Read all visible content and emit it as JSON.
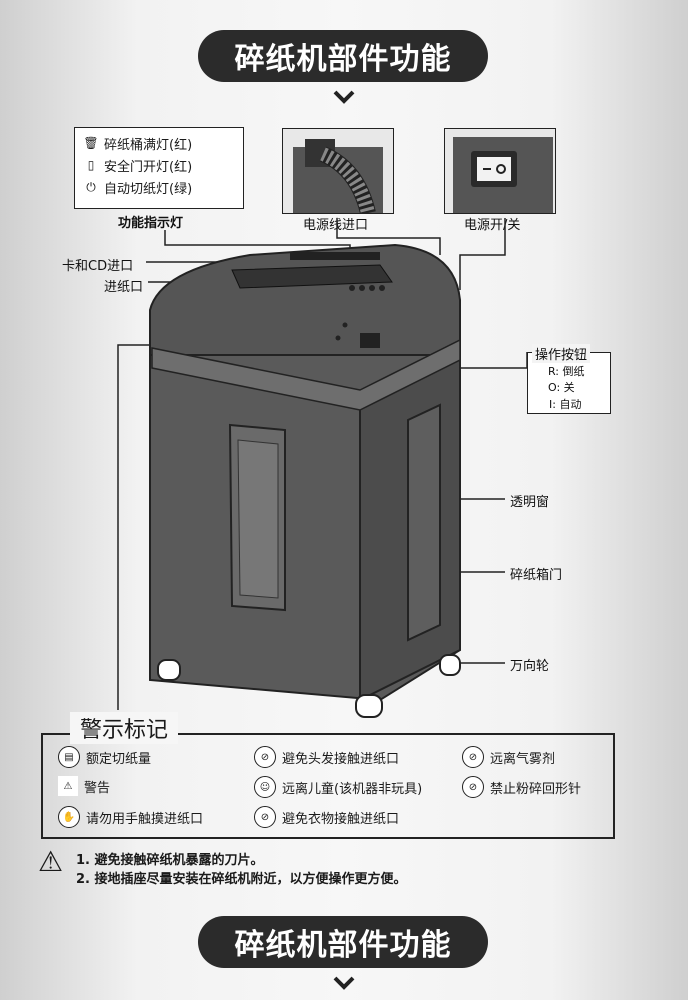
{
  "header_title": "碎纸机部件功能",
  "footer_title": "碎纸机部件功能",
  "indicators": {
    "items": [
      "碎纸桶满灯(红)",
      "安全门开灯(红)",
      "自动切纸灯(绿)"
    ],
    "caption": "功能指示灯"
  },
  "power_cord_label": "电源线进口",
  "power_switch_label": "电源开/关",
  "card_cd_label": "卡和CD进口",
  "paper_inlet_label": "进纸口",
  "buttons": {
    "title": "操作按钮",
    "items": [
      "R: 倒纸",
      "O: 关",
      "I: 自动"
    ]
  },
  "window_label": "透明窗",
  "bin_door_label": "碎纸箱门",
  "caster_label": "万向轮",
  "warning": {
    "title": "警示标记",
    "items": [
      "额定切纸量",
      "警告",
      "请勿用手触摸进纸口",
      "避免头发接触进纸口",
      "远离儿童(该机器非玩具)",
      "避免衣物接触进纸口",
      "远离气雾剂",
      "禁止粉碎回形针"
    ]
  },
  "notes": [
    "1. 避免接触碎纸机暴露的刀片。",
    "2. 接地插座尽量安装在碎纸机附近，以方便操作更方便。"
  ]
}
